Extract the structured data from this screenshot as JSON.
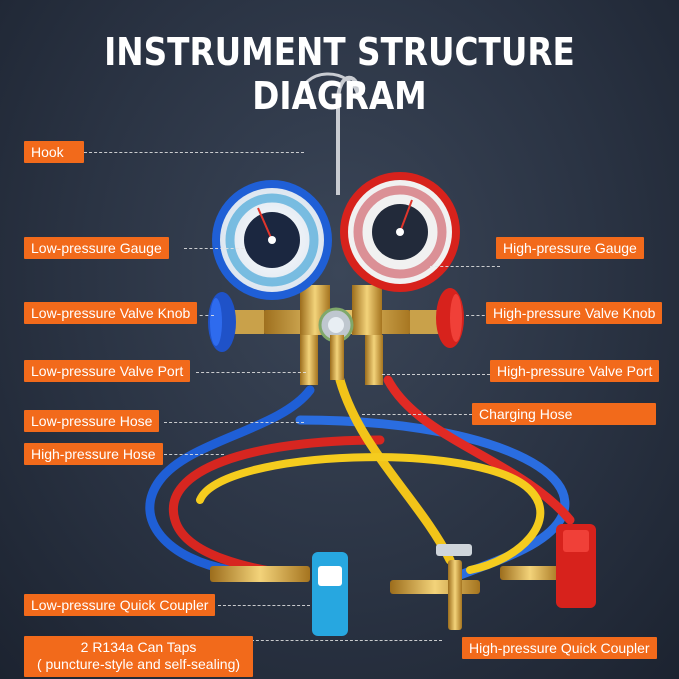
{
  "title": "INSTRUMENT STRUCTURE DIAGRAM",
  "labels": {
    "hook": "Hook",
    "low_gauge": "Low-pressure Gauge",
    "high_gauge": "High-pressure Gauge",
    "low_knob": "Low-pressure Valve Knob",
    "high_knob": "High-pressure Valve Knob",
    "low_port": "Low-pressure Valve Port",
    "high_port": "High-pressure Valve Port",
    "low_hose": "Low-pressure Hose",
    "charging_hose": "Charging Hose",
    "high_hose": "High-pressure Hose",
    "low_coupler": "Low-pressure Quick Coupler",
    "can_taps_line1": "2 R134a Can Taps",
    "can_taps_line2": "( puncture-style and self-sealing)",
    "high_coupler": "High-pressure Quick Coupler"
  },
  "colors": {
    "label_bg": "#f26a1b",
    "low_side": "#1f5fd6",
    "high_side": "#e12a24",
    "charging": "#f2c419",
    "brass": "#d4a33a"
  }
}
